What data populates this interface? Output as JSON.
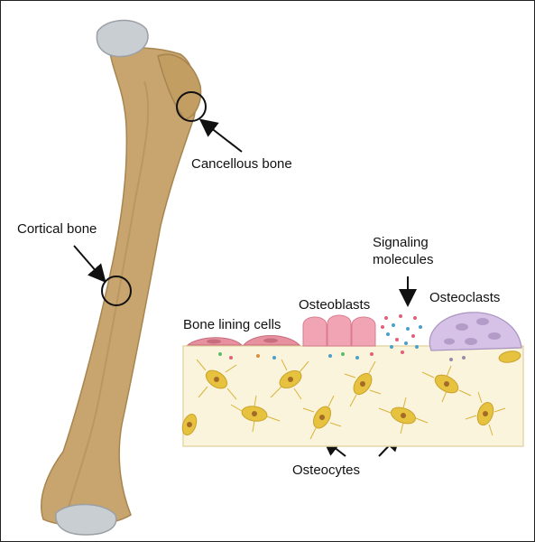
{
  "labels": {
    "cancellous_bone": "Cancellous bone",
    "cortical_bone": "Cortical bone",
    "signaling_line1": "Signaling",
    "signaling_line2": "molecules",
    "osteoblasts": "Osteoblasts",
    "osteoclasts": "Osteoclasts",
    "bone_lining_cells": "Bone lining cells",
    "osteocytes": "Osteocytes"
  },
  "colors": {
    "bone": "#c8a56e",
    "bone_shadow": "#a8854f",
    "cartilage": "#c9ced3",
    "matrix": "#fbf4dc",
    "osteocyte": "#e7c23f",
    "osteoblast": "#f1a5b4",
    "lining_cell": "#e7909f",
    "osteoclast": "#d6c2e6"
  }
}
